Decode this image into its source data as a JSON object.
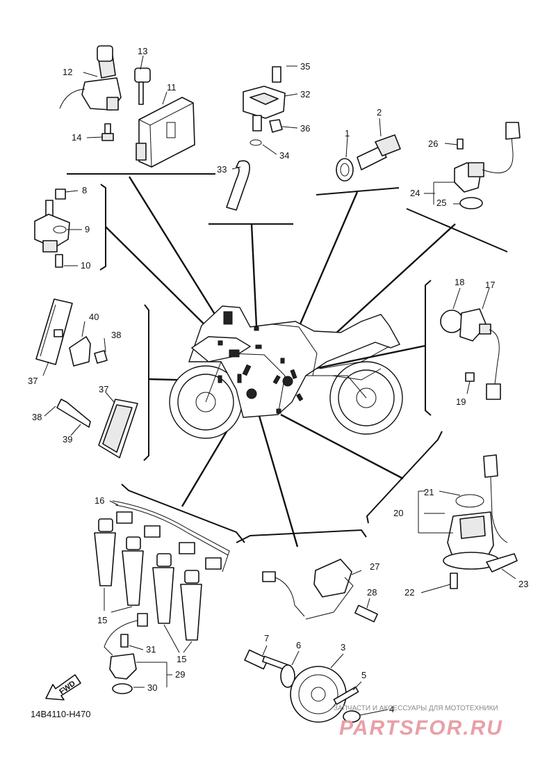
{
  "diagram_code": "14B4110-H470",
  "fwd_label": "FWD",
  "watermark": {
    "tagline": "ЗАПЧАСТИ И АКСЕССУАРЫ ДЛЯ МОТОТЕХНИКИ",
    "brand": "PARTSFOR.RU"
  },
  "callouts": {
    "n1": "1",
    "n2": "2",
    "n3": "3",
    "n4": "4",
    "n5": "5",
    "n6": "6",
    "n7": "7",
    "n8": "8",
    "n9": "9",
    "n10": "10",
    "n11": "11",
    "n12": "12",
    "n13": "13",
    "n14": "14",
    "n15a": "15",
    "n15b": "15",
    "n16": "16",
    "n17": "17",
    "n18": "18",
    "n19": "19",
    "n20": "20",
    "n21": "21",
    "n22": "22",
    "n23": "23",
    "n24": "24",
    "n25": "25",
    "n26": "26",
    "n27": "27",
    "n28": "28",
    "n29": "29",
    "n30": "30",
    "n31": "31",
    "n32": "32",
    "n33": "33",
    "n34": "34",
    "n35": "35",
    "n36": "36",
    "n37a": "37",
    "n37b": "37",
    "n38a": "38",
    "n38b": "38",
    "n39": "39",
    "n40": "40"
  }
}
